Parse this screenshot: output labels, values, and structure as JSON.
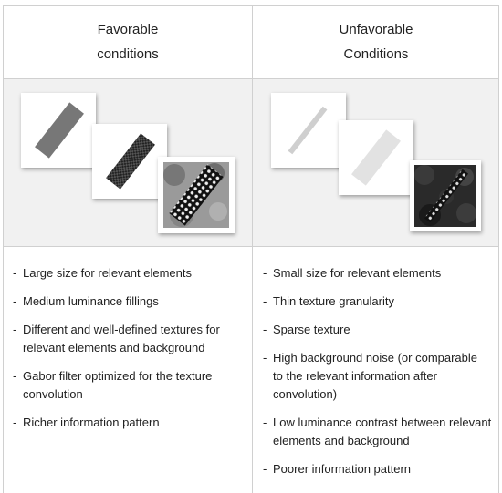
{
  "favorable": {
    "header_line1": "Favorable",
    "header_line2": "conditions",
    "items": [
      "Large size for relevant elements",
      "Medium luminance fillings",
      "Different and well-defined textures for relevant elements and background",
      "Gabor filter optimized for the texture convolution",
      "Richer information pattern"
    ]
  },
  "unfavorable": {
    "header_line1": "Unfavorable",
    "header_line2": "Conditions",
    "items": [
      "Small size for relevant elements",
      "Thin texture granularity",
      "Sparse texture",
      "High background noise (or comparable to the relevant information after convolution)",
      "Low luminance contrast between relevant elements and background",
      "Poorer information pattern"
    ]
  }
}
